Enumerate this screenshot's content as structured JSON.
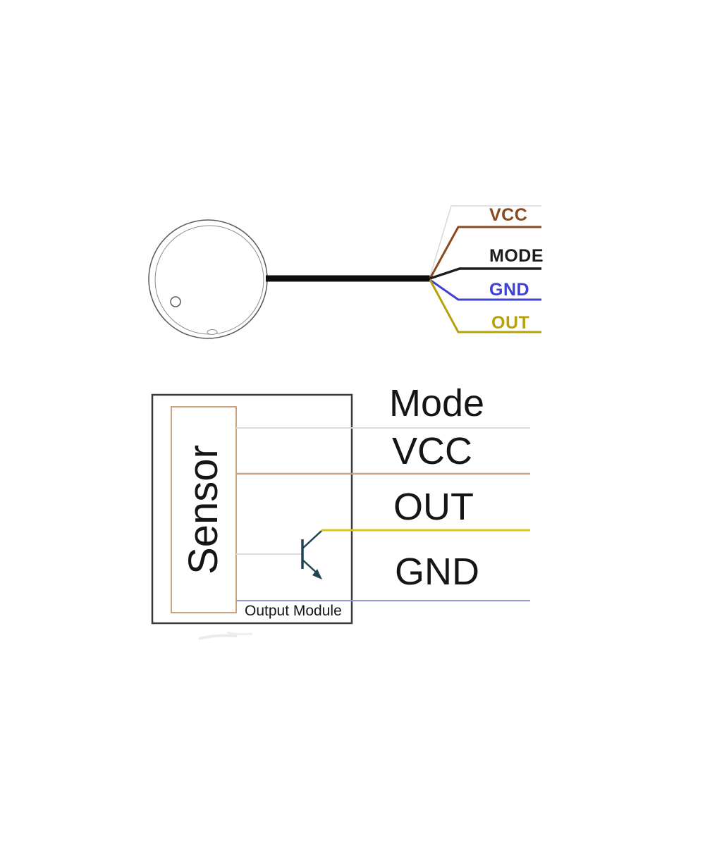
{
  "top_diagram": {
    "cable_color": "#0d0d0d",
    "outline_color": "#d8d8d8",
    "wires": [
      {
        "label": "VCC",
        "color": "#8a4a1e"
      },
      {
        "label": "MODE",
        "color": "#1c1c1c"
      },
      {
        "label": "GND",
        "color": "#4040d2"
      },
      {
        "label": "OUT",
        "color": "#b8a009"
      }
    ]
  },
  "module_diagram": {
    "sensor_label": "Sensor",
    "module_label": "Output Module",
    "box_border_color": "#3a3a3a",
    "sensor_border_color": "#c9a27e",
    "transistor_color": "#1f4452",
    "pins": [
      {
        "label": "Mode",
        "wire_color": "#dcdcdc"
      },
      {
        "label": "VCC",
        "wire_color": "#c9a183"
      },
      {
        "label": "OUT",
        "wire_color": "#d8c41c"
      },
      {
        "label": "GND",
        "wire_color": "#9297ea"
      }
    ]
  }
}
